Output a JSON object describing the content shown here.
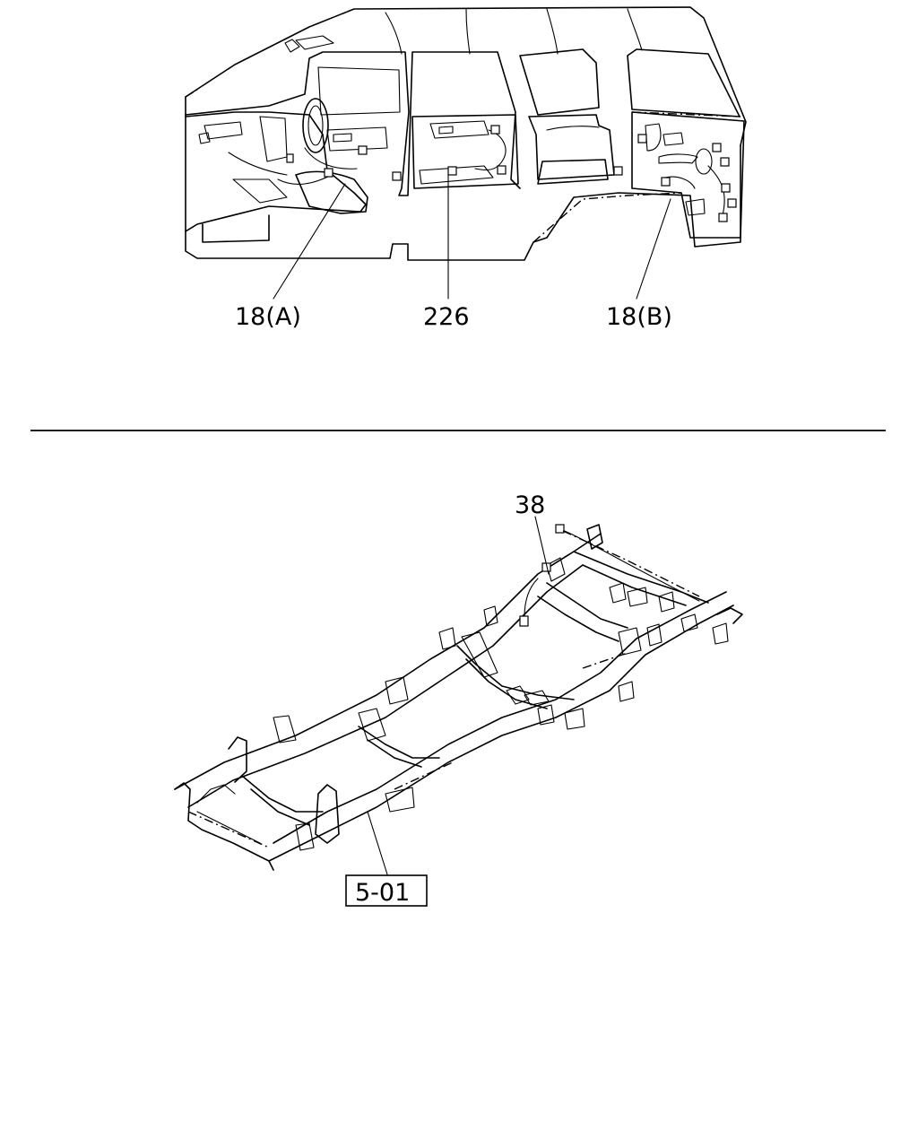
{
  "callouts": {
    "harness_18a": "18(A)",
    "harness_226": "226",
    "harness_18b": "18(B)",
    "harness_38": "38",
    "ref_5_01": "5-01"
  }
}
